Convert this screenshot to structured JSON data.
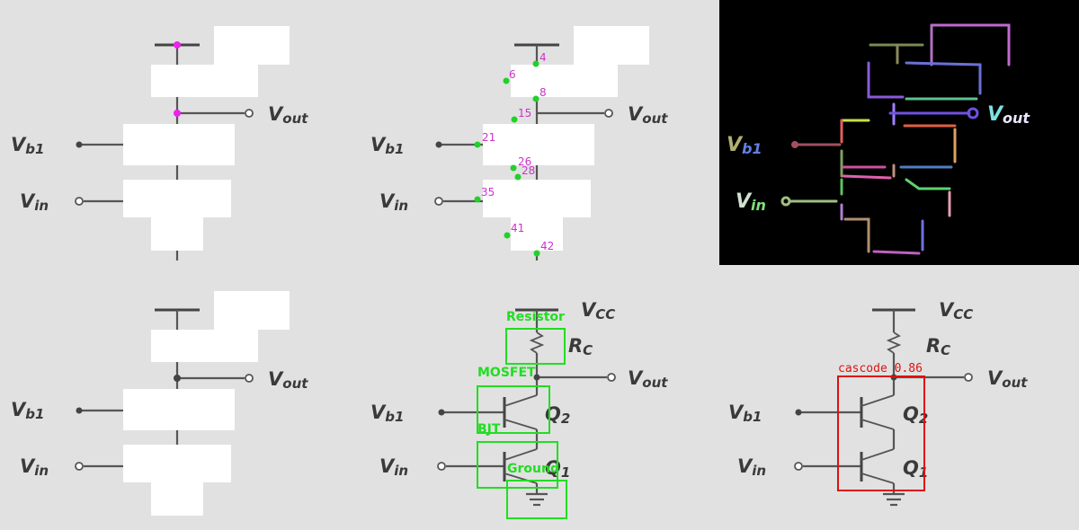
{
  "labels": {
    "vcc": "V",
    "vcc_sub": "CC",
    "vout": "V",
    "vout_sub": "out",
    "vb1": "V",
    "vb1_sub": "b1",
    "vin": "V",
    "vin_sub": "in",
    "rc": "R",
    "rc_sub": "C",
    "q2": "Q",
    "q2_sub": "2",
    "q1": "Q",
    "q1_sub": "1"
  },
  "keypoints": [
    {
      "id": "4",
      "label": "4"
    },
    {
      "id": "6",
      "label": "6"
    },
    {
      "id": "8",
      "label": "8"
    },
    {
      "id": "15",
      "label": "15"
    },
    {
      "id": "21",
      "label": "21"
    },
    {
      "id": "26",
      "label": "26"
    },
    {
      "id": "28",
      "label": "28"
    },
    {
      "id": "35",
      "label": "35"
    },
    {
      "id": "41",
      "label": "41"
    },
    {
      "id": "42",
      "label": "42"
    }
  ],
  "detections": [
    {
      "label": "Resistor"
    },
    {
      "label": "MOSFET"
    },
    {
      "label": "BJT"
    },
    {
      "label": "Ground"
    }
  ],
  "classification": {
    "label": "cascode",
    "score": "0.86"
  },
  "colors": {
    "background": "#e1e1e1",
    "keypoint": "#22d02a",
    "keypoint_label": "#cc33cc",
    "detection": "#22dd22",
    "classification": "#dd1111",
    "junction": "#ee22ee"
  }
}
